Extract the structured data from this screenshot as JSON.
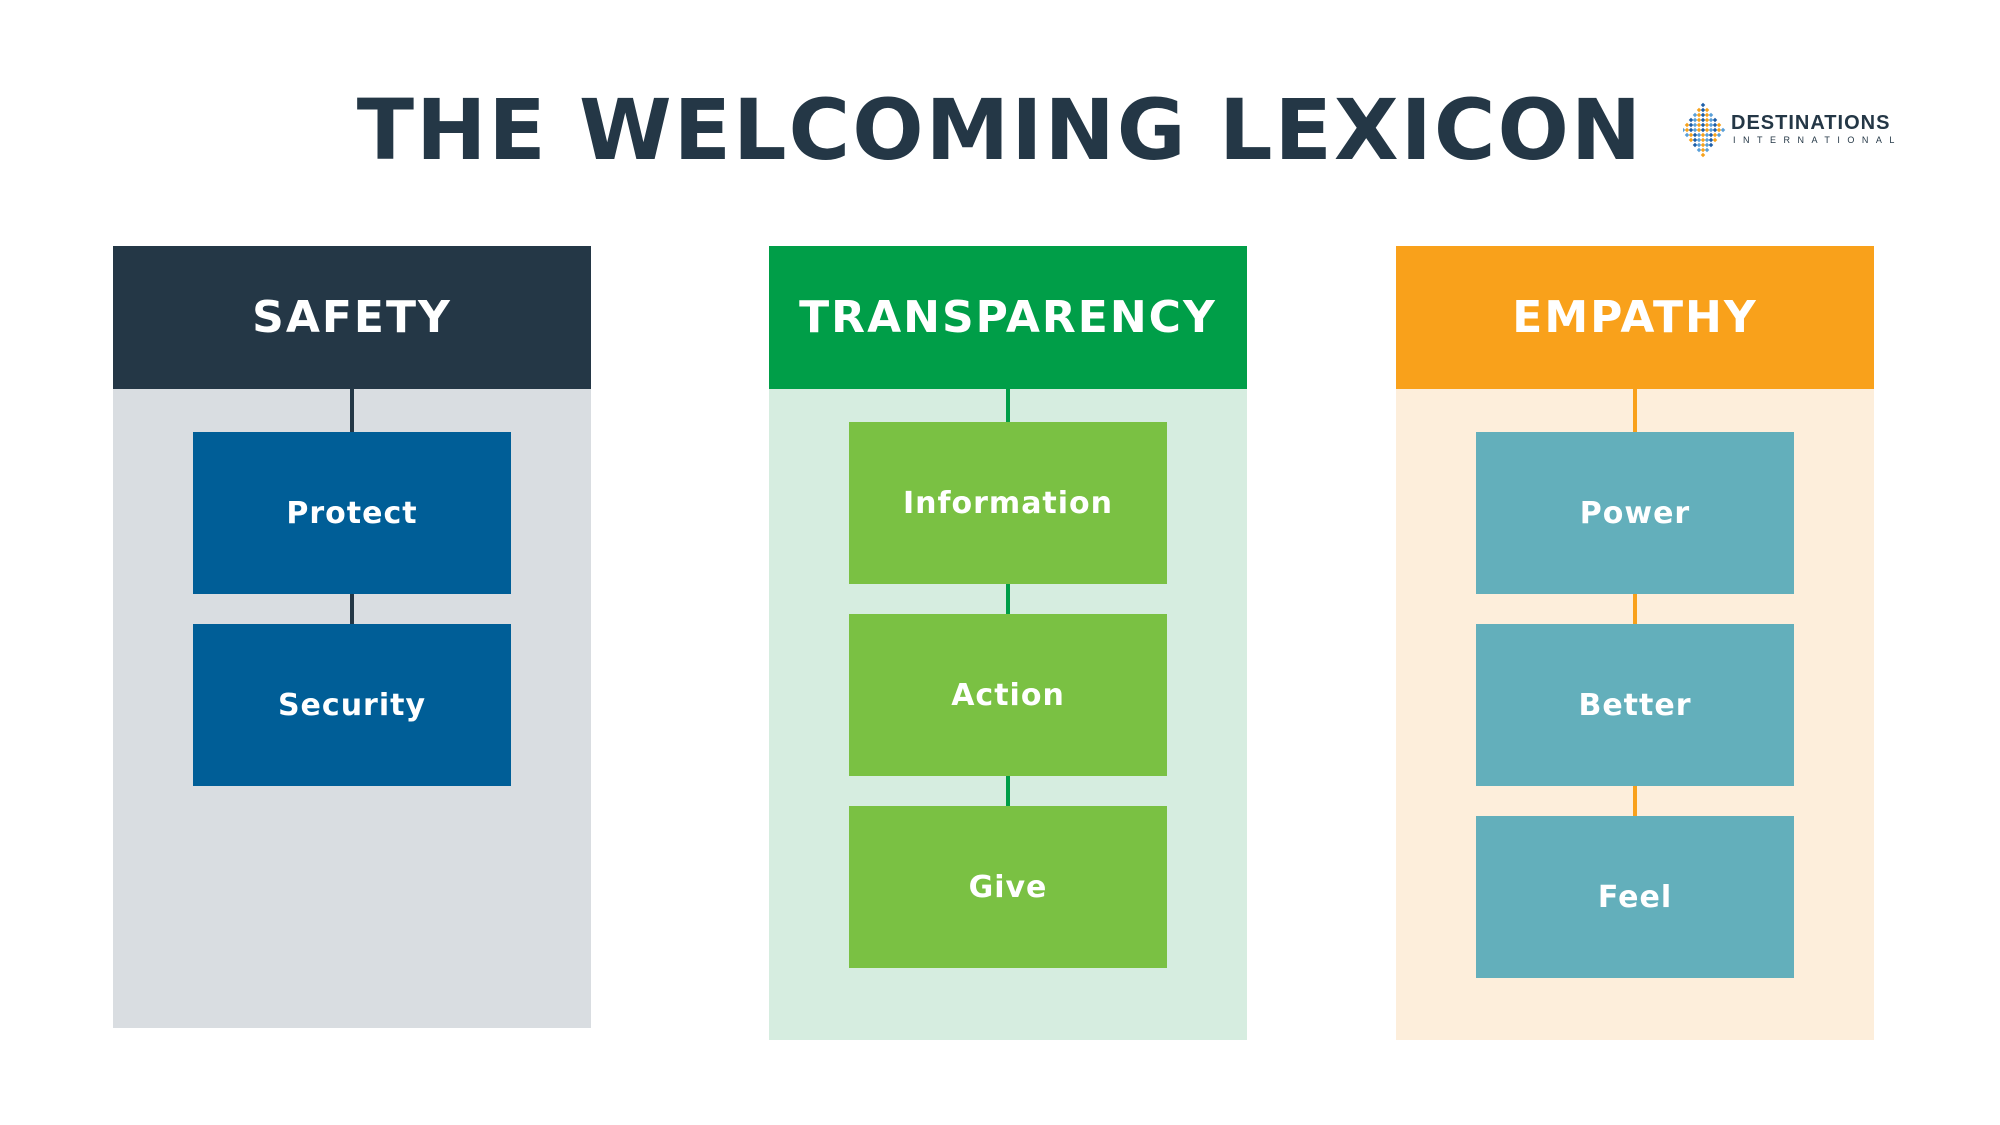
{
  "title": "THE WELCOMING LEXICON",
  "logo": {
    "name": "DESTINATIONS",
    "sub": "INTERNATIONAL",
    "colors": [
      "#1f5fa8",
      "#f6a21d",
      "#5aa0d8"
    ]
  },
  "columns": [
    {
      "heading": "SAFETY",
      "header_color": "#243746",
      "body_color": "#d9dde1",
      "box_color": "#005e97",
      "connector_color": "#243746",
      "items": [
        "Protect",
        "Security"
      ]
    },
    {
      "heading": "TRANSPARENCY",
      "header_color": "#009e48",
      "body_color": "#d6ede0",
      "box_color": "#7ac143",
      "connector_color": "#009e48",
      "items": [
        "Information",
        "Action",
        "Give"
      ]
    },
    {
      "heading": "EMPATHY",
      "header_color": "#f9a11b",
      "body_color": "#fdeedb",
      "box_color": "#63afbb",
      "connector_color": "#f9a11b",
      "items": [
        "Power",
        "Better",
        "Feel"
      ]
    }
  ]
}
